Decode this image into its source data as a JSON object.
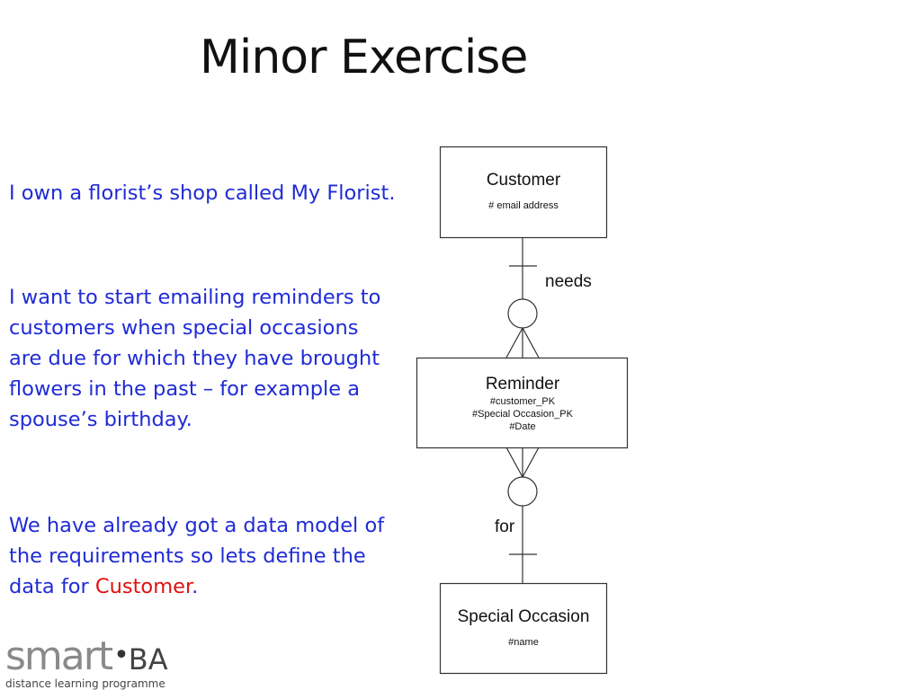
{
  "slide": {
    "title": "Minor Exercise",
    "paragraphs": [
      "I own a florist’s shop called My Florist.",
      "I want to start emailing reminders to customers when special occasions are due for which they have brought flowers in the past – for example a spouse’s birthday.",
      {
        "before": "We have already got a data model of the requirements so lets define the data for ",
        "highlight": "Customer",
        "after": "."
      }
    ],
    "colors": {
      "body_text": "#1f2bd6",
      "highlight": "#e01010"
    }
  },
  "diagram": {
    "entities": {
      "customer": {
        "name": "Customer",
        "attributes": [
          "# email address"
        ]
      },
      "reminder": {
        "name": "Reminder",
        "attributes": [
          "#customer_PK",
          "#Special Occasion_PK",
          "#Date"
        ]
      },
      "special_occasion": {
        "name": "Special Occasion",
        "attributes": [
          "#name"
        ]
      }
    },
    "relationships": {
      "needs": "needs",
      "for": "for"
    }
  },
  "logo": {
    "brand": "smart",
    "brand_suffix": "BA",
    "tagline": "distance learning programme"
  }
}
